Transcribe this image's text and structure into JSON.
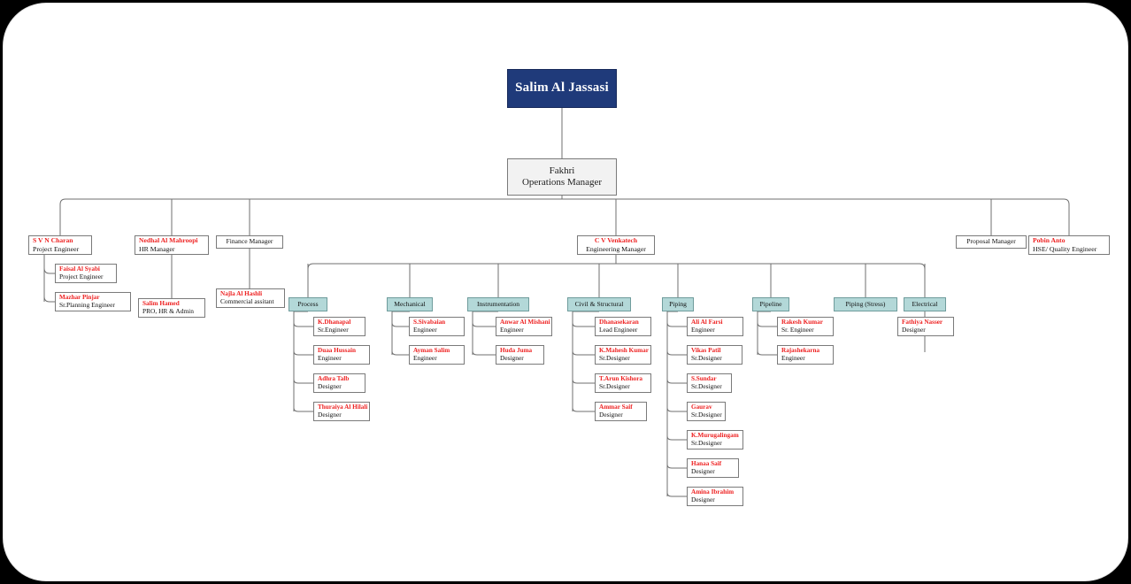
{
  "chart_data": {
    "type": "diagram",
    "title": "Organization Chart",
    "colors": {
      "header": "#1F3A7A",
      "discipline": "#b3d8d8",
      "name": "#ee2222",
      "box_border": "#7a7a7a"
    }
  },
  "root": {
    "name": "Salim Al Jassasi"
  },
  "operations": {
    "name": "Fakhri",
    "role": "Operations Manager"
  },
  "level2": [
    {
      "name": "S V N Charan",
      "role": "Project  Engineer",
      "red": true
    },
    {
      "name": "Nedhal Al Mahroopi",
      "role": "HR Manager",
      "red": true
    },
    {
      "name": "Finance Manager",
      "role": "",
      "red": false
    },
    {
      "name": "C V Venkatech",
      "role": "Engineering Manager",
      "red": true
    },
    {
      "name": "Proposal Manager",
      "role": "",
      "red": false
    },
    {
      "name": "Pobin Anto",
      "role": "HSE/ Quality Engineer",
      "red": true
    }
  ],
  "charan_reports": [
    {
      "name": "Faisal Al Syabi",
      "role": "Project Engineer"
    },
    {
      "name": "Mazhar Pinjar",
      "role": "Sr.Planning Engineer"
    }
  ],
  "hr_reports": [
    {
      "name": "Salim Hamed",
      "role": "PRO, HR & Admin"
    }
  ],
  "finance_reports": [
    {
      "name": "Najla Al Hashli",
      "role": "Commercial assitant"
    }
  ],
  "disciplines": [
    {
      "label": "Process",
      "members": [
        {
          "name": "K.Dhanapal",
          "role": "Sr.Engineer"
        },
        {
          "name": "Duaa Hussain",
          "role": "Engineer"
        },
        {
          "name": "Adhra Talb",
          "role": "Designer"
        },
        {
          "name": "Thuraiya Al Hilali",
          "role": "Designer"
        }
      ]
    },
    {
      "label": "Mechanical",
      "members": [
        {
          "name": "S.Sivabaian",
          "role": "Engineer"
        },
        {
          "name": "Ayman Salim",
          "role": "Engineer"
        }
      ]
    },
    {
      "label": "Instrumentation",
      "members": [
        {
          "name": "Anwar Al Mishani",
          "role": "Engineer"
        },
        {
          "name": "Huda Juma",
          "role": "Designer"
        }
      ]
    },
    {
      "label": "Civil & Structural",
      "members": [
        {
          "name": "Dhanasekaran",
          "role": "Lead Engineer"
        },
        {
          "name": "K.Mahesh Kumar",
          "role": "Sr.Designer"
        },
        {
          "name": "T.Arun Kishora",
          "role": "Sr.Designer"
        },
        {
          "name": "Ammar Saif",
          "role": "Designer"
        }
      ]
    },
    {
      "label": "Piping",
      "members": [
        {
          "name": "Ali Al Farsi",
          "role": "Engineer"
        },
        {
          "name": "Vikas Patil",
          "role": "Sr.Designer"
        },
        {
          "name": "S.Sundar",
          "role": "Sr.Designer"
        },
        {
          "name": "Gaurav",
          "role": "Sr.Designer"
        },
        {
          "name": "K.Murugalingam",
          "role": "Sr.Designer"
        },
        {
          "name": "Hanaa Saif",
          "role": "Designer"
        },
        {
          "name": "Amina Ibrahim",
          "role": "Designer"
        }
      ]
    },
    {
      "label": "Pipeline",
      "members": [
        {
          "name": "Rakesh Kumar",
          "role": "Sr. Engineer"
        },
        {
          "name": "Rajashekarna",
          "role": "Engineer"
        }
      ]
    },
    {
      "label": "Piping (Stress)",
      "members": []
    },
    {
      "label": "Electrical",
      "members": [
        {
          "name": "Fathiya Nasser",
          "role": "Designer"
        }
      ]
    }
  ]
}
